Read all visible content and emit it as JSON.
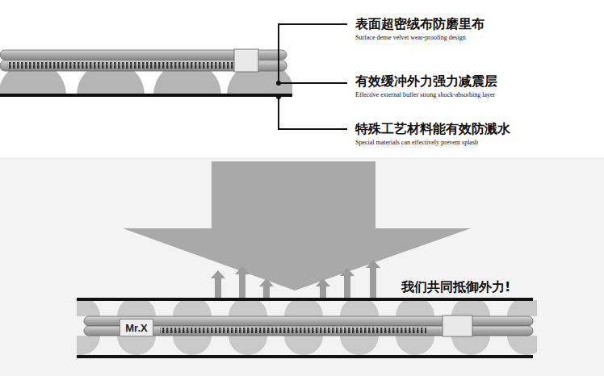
{
  "diagram": {
    "nodes": [
      {
        "text": [
          "Mr.X"
        ]
      }
    ],
    "labels": [
      "表面超密绒布防磨里布",
      "Surface dense velvet wear-proofing design",
      "有效缓冲外力强力减震层",
      "Effective external buffer strong shock-absorbing layer",
      "特殊工艺材料能有效防溅水",
      "Special materials can effectively prevent splash",
      "我们共同抵御外力!"
    ]
  }
}
